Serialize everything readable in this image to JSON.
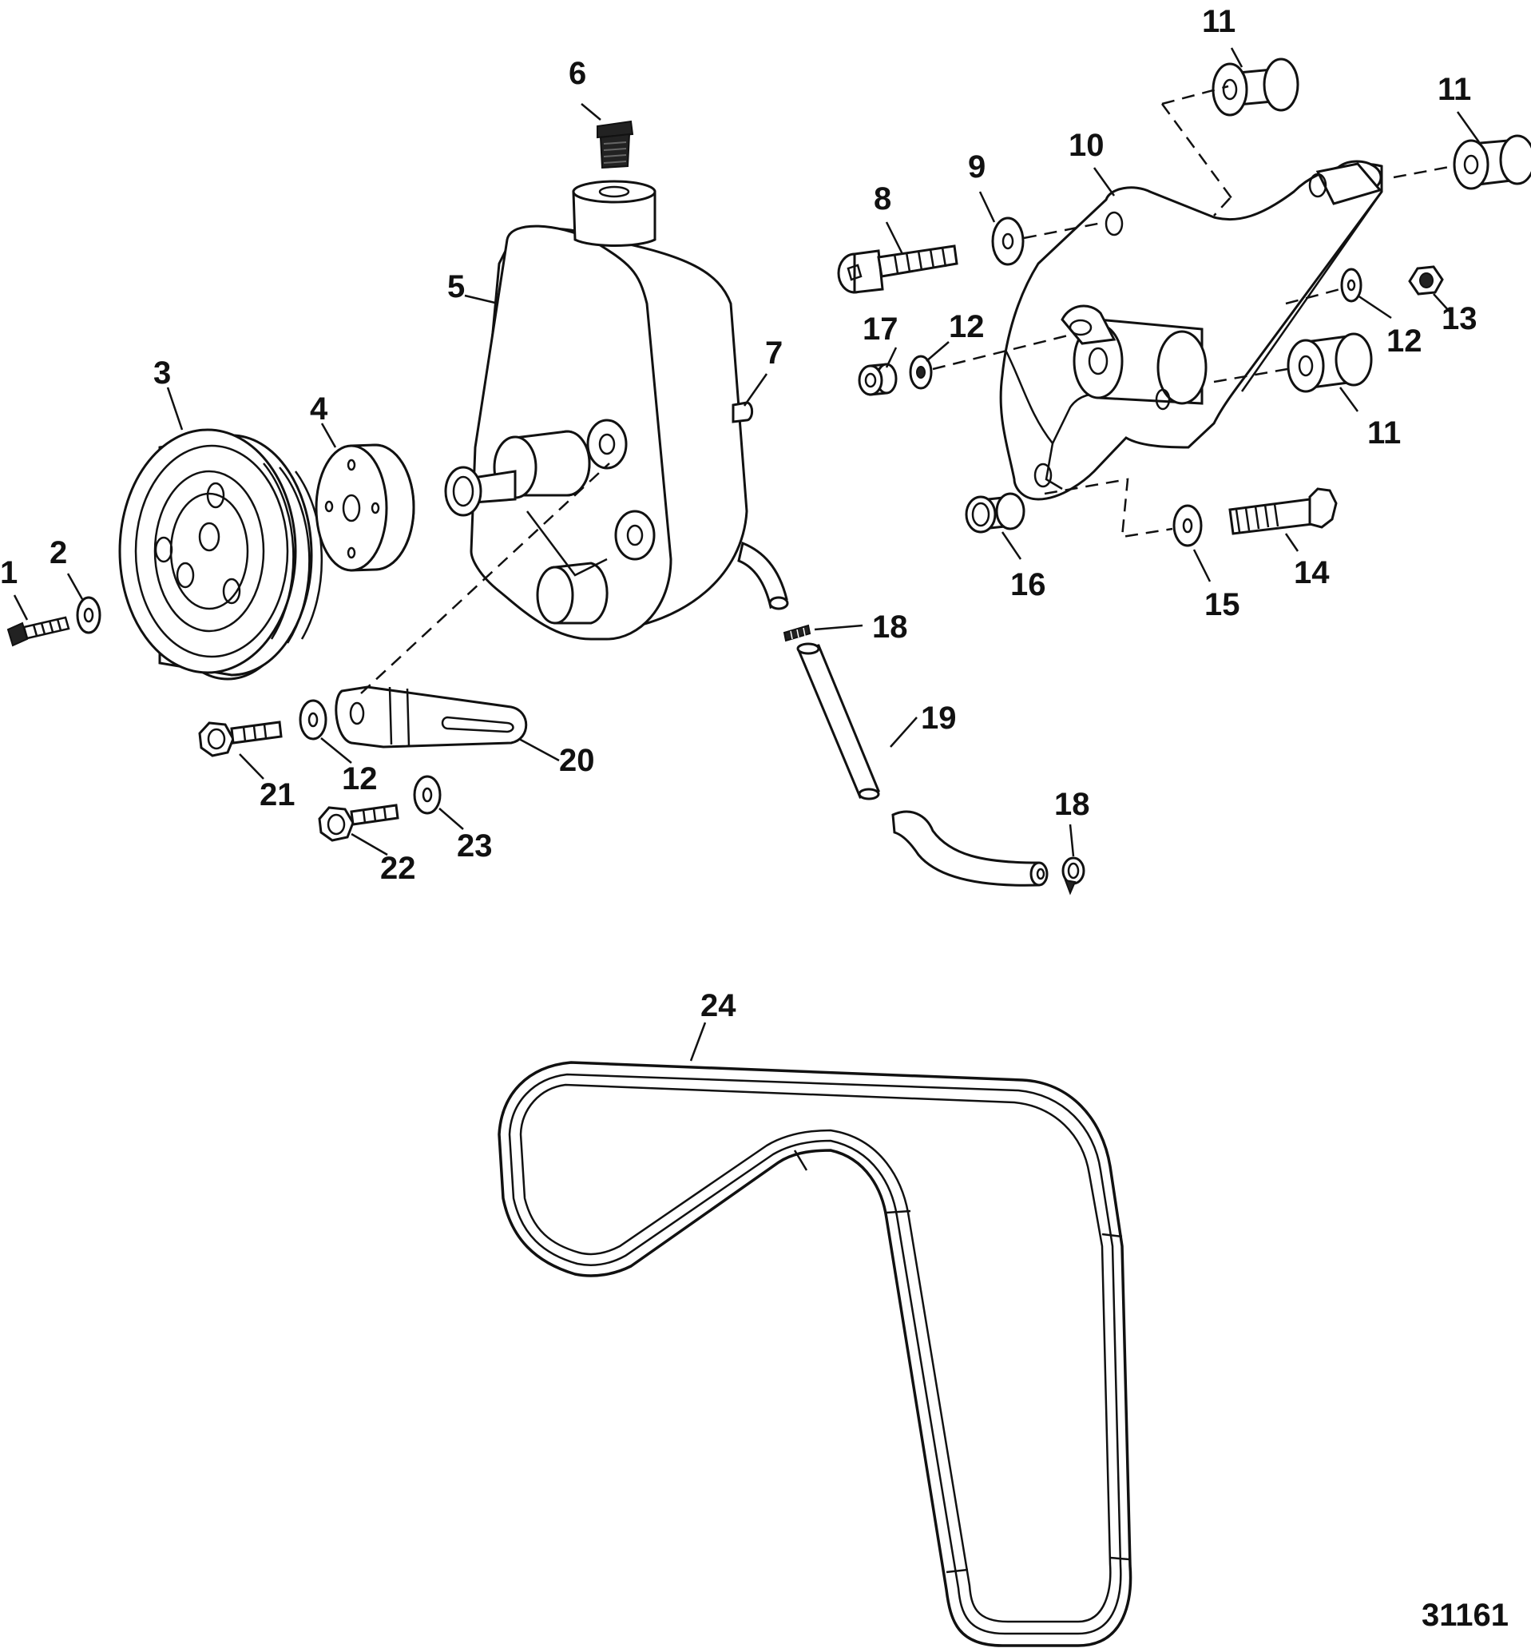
{
  "figure_number": "31161",
  "callouts": {
    "c1": "1",
    "c2": "2",
    "c3": "3",
    "c4": "4",
    "c5": "5",
    "c6": "6",
    "c7": "7",
    "c8": "8",
    "c9": "9",
    "c10": "10",
    "c11a": "11",
    "c11b": "11",
    "c11c": "11",
    "c12a": "12",
    "c12b": "12",
    "c12c": "12",
    "c13": "13",
    "c14": "14",
    "c15": "15",
    "c16": "16",
    "c17": "17",
    "c18a": "18",
    "c18b": "18",
    "c19": "19",
    "c20": "20",
    "c21": "21",
    "c22": "22",
    "c23": "23",
    "c24": "24"
  }
}
